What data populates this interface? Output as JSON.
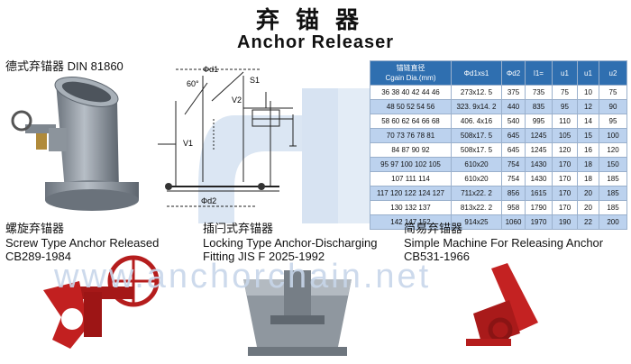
{
  "header": {
    "title_cn": "弃锚器",
    "title_en": "Anchor Releaser"
  },
  "sections": {
    "din": {
      "label_cn": "德式弃锚器",
      "label_en": "DIN 81860"
    },
    "screw": {
      "label_cn": "螺旋弃锚器",
      "label_en": "Screw Type Anchor Released",
      "code": "CB289-1984"
    },
    "locking": {
      "label_cn": "插闩式弃锚器",
      "label_en": "Locking Type Anchor-Discharging",
      "code": "Fitting  JIS F 2025-1992"
    },
    "simple": {
      "label_cn": "简易弃锚器",
      "label_en": "Simple Machine For Releasing Anchor",
      "code": "CB531-1966"
    }
  },
  "drawing": {
    "d1": "Φd1",
    "d2": "Φd2",
    "s1": "S1",
    "v1": "V1",
    "v2": "V2",
    "angle": "60°"
  },
  "watermark": "www.anchorchain.net",
  "table": {
    "headers": [
      "锚链直径\nCgain Dia.(mm)",
      "Φd1xs1",
      "Φd2",
      "l1=",
      "u1",
      "u1",
      "u2"
    ],
    "rows": [
      [
        "36 38 40 42 44 46",
        "273x12. 5",
        "375",
        "735",
        "75",
        "10",
        "75"
      ],
      [
        "48 50 52 54 56",
        "323. 9x14. 2",
        "440",
        "835",
        "95",
        "12",
        "90"
      ],
      [
        "58 60 62 64 66 68",
        "406. 4x16",
        "540",
        "995",
        "110",
        "14",
        "95"
      ],
      [
        "70 73 76 78 81",
        "508x17. 5",
        "645",
        "1245",
        "105",
        "15",
        "100"
      ],
      [
        "84 87 90 92",
        "508x17. 5",
        "645",
        "1245",
        "120",
        "16",
        "120"
      ],
      [
        "95 97 100 102 105",
        "610x20",
        "754",
        "1430",
        "170",
        "18",
        "150"
      ],
      [
        "107 111 114",
        "610x20",
        "754",
        "1430",
        "170",
        "18",
        "185"
      ],
      [
        "117 120 122 124 127",
        "711x22. 2",
        "856",
        "1615",
        "170",
        "20",
        "185"
      ],
      [
        "130 132 137",
        "813x22. 2",
        "958",
        "1790",
        "170",
        "20",
        "185"
      ],
      [
        "142 147 152",
        "914x25",
        "1060",
        "1970",
        "190",
        "22",
        "200"
      ]
    ]
  },
  "colors": {
    "header_blue": "#2f6fb0",
    "highlight": "#bcd2ee",
    "equipment_red": "#b51d1d",
    "steel_gray": "#8a929b"
  }
}
